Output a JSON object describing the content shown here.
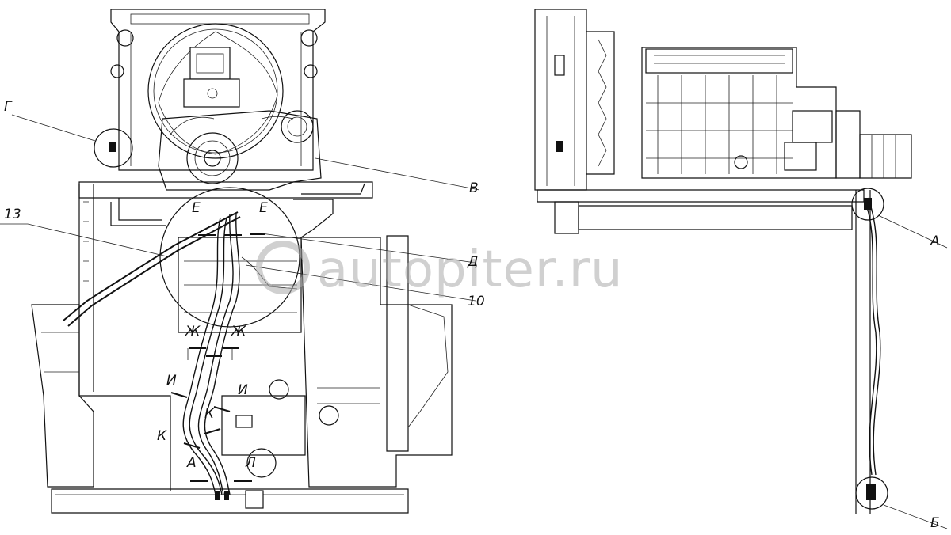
{
  "watermark": {
    "text": "autopiter.ru"
  },
  "callouts": {
    "G": "Г",
    "V": "В",
    "n13": "13",
    "E1": "Е",
    "E2": "Е",
    "D": "Д",
    "n10": "10",
    "ZH1": "Ж",
    "ZH2": "Ж",
    "I1": "И",
    "I2": "И",
    "K1": "К",
    "K2": "К",
    "A_left": "А",
    "L": "Л",
    "A_right": "А",
    "B": "Б"
  }
}
